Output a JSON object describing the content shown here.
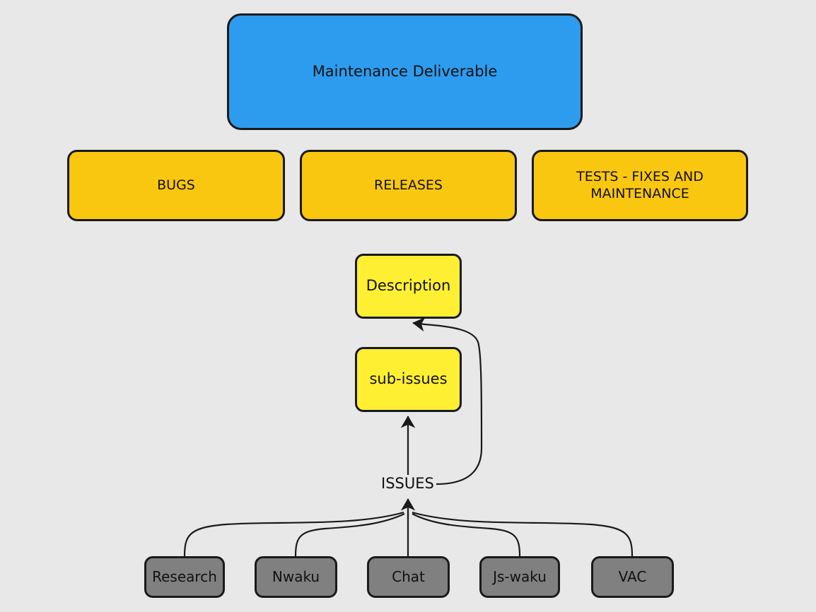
{
  "diagram": {
    "title_node": {
      "label": "Maintenance Deliverable",
      "color": "#2d9cee",
      "shape": "rounded-rectangle"
    },
    "categories": [
      {
        "label": "BUGS",
        "color": "#fac710"
      },
      {
        "label": "RELEASES",
        "color": "#fac710"
      },
      {
        "label": "TESTS - FIXES AND MAINTENANCE",
        "color": "#fac710"
      }
    ],
    "issue_nodes": [
      {
        "label": "Description",
        "color": "#ffef33"
      },
      {
        "label": "sub-issues",
        "color": "#ffef33"
      }
    ],
    "edge_labels": {
      "issues": "ISSUES"
    },
    "teams": [
      {
        "label": "Research",
        "color": "#808080"
      },
      {
        "label": "Nwaku",
        "color": "#808080"
      },
      {
        "label": "Chat",
        "color": "#808080"
      },
      {
        "label": "Js-waku",
        "color": "#808080"
      },
      {
        "label": "VAC",
        "color": "#808080"
      }
    ],
    "background_color": "#e8e8e8",
    "stroke_color": "#1a1a1a"
  }
}
